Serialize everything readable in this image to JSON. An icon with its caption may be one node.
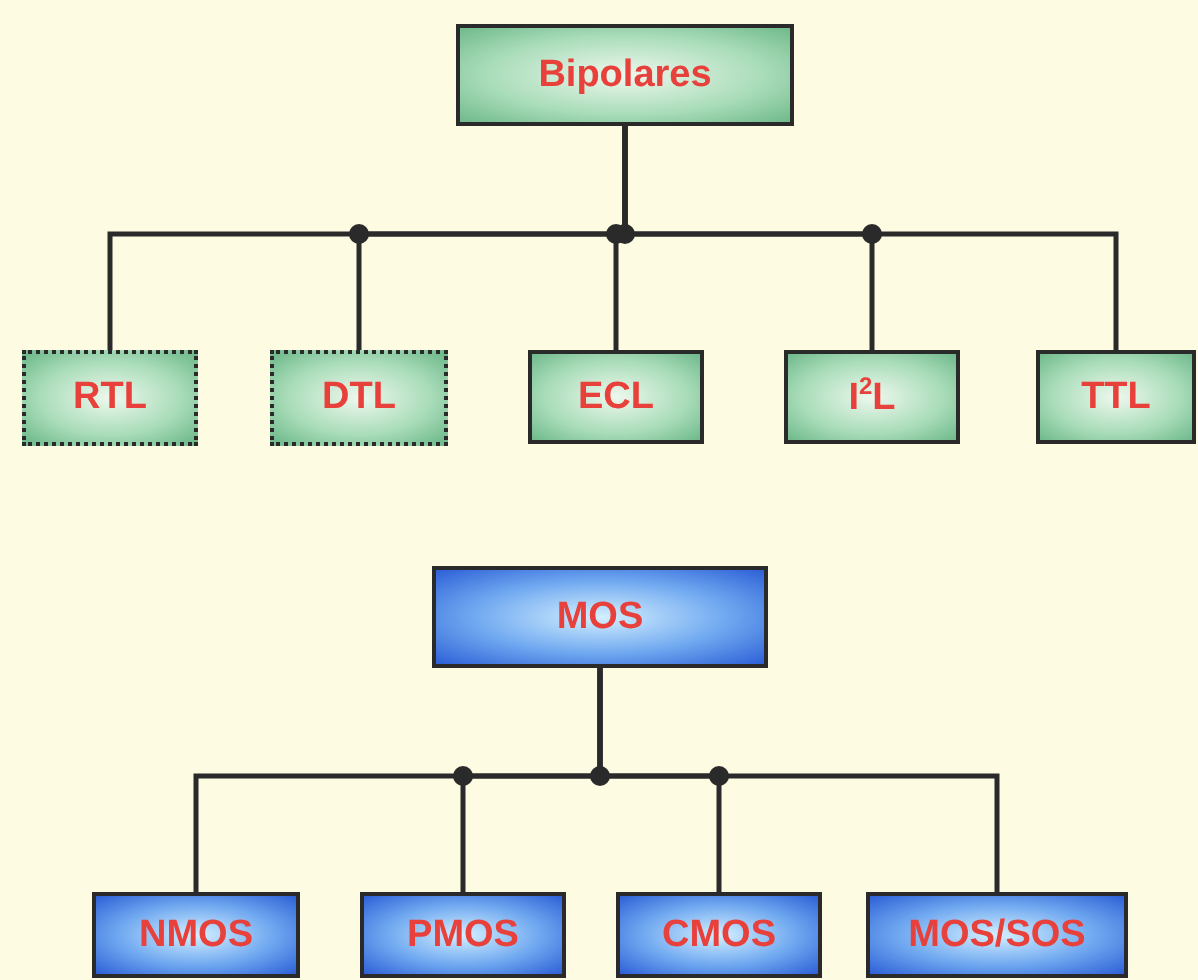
{
  "diagram": {
    "nodes": [
      {
        "text": [
          "Bipolares"
        ]
      },
      {
        "text": [
          "RTL"
        ]
      },
      {
        "text": [
          "DTL"
        ]
      },
      {
        "text": [
          "ECL"
        ]
      },
      {
        "text": [
          "I$^{2}$L"
        ]
      },
      {
        "text": [
          "TTL"
        ]
      },
      {
        "text": [
          "MOS"
        ]
      },
      {
        "text": [
          "NMOS"
        ]
      },
      {
        "text": [
          "PMOS"
        ]
      },
      {
        "text": [
          "CMOS"
        ]
      },
      {
        "text": [
          "MOS/SOS"
        ]
      }
    ],
    "edges": [
      {
        "from": 0,
        "to": 1,
        "arrow": "none"
      },
      {
        "from": 0,
        "to": 2,
        "arrow": "none"
      },
      {
        "from": 0,
        "to": 3,
        "arrow": "none"
      },
      {
        "from": 0,
        "to": 4,
        "arrow": "none"
      },
      {
        "from": 0,
        "to": 5,
        "arrow": "none"
      },
      {
        "from": 6,
        "to": 7,
        "arrow": "none"
      },
      {
        "from": 6,
        "to": 8,
        "arrow": "none"
      },
      {
        "from": 6,
        "to": 9,
        "arrow": "none"
      },
      {
        "from": 6,
        "to": 10,
        "arrow": "none"
      }
    ]
  }
}
